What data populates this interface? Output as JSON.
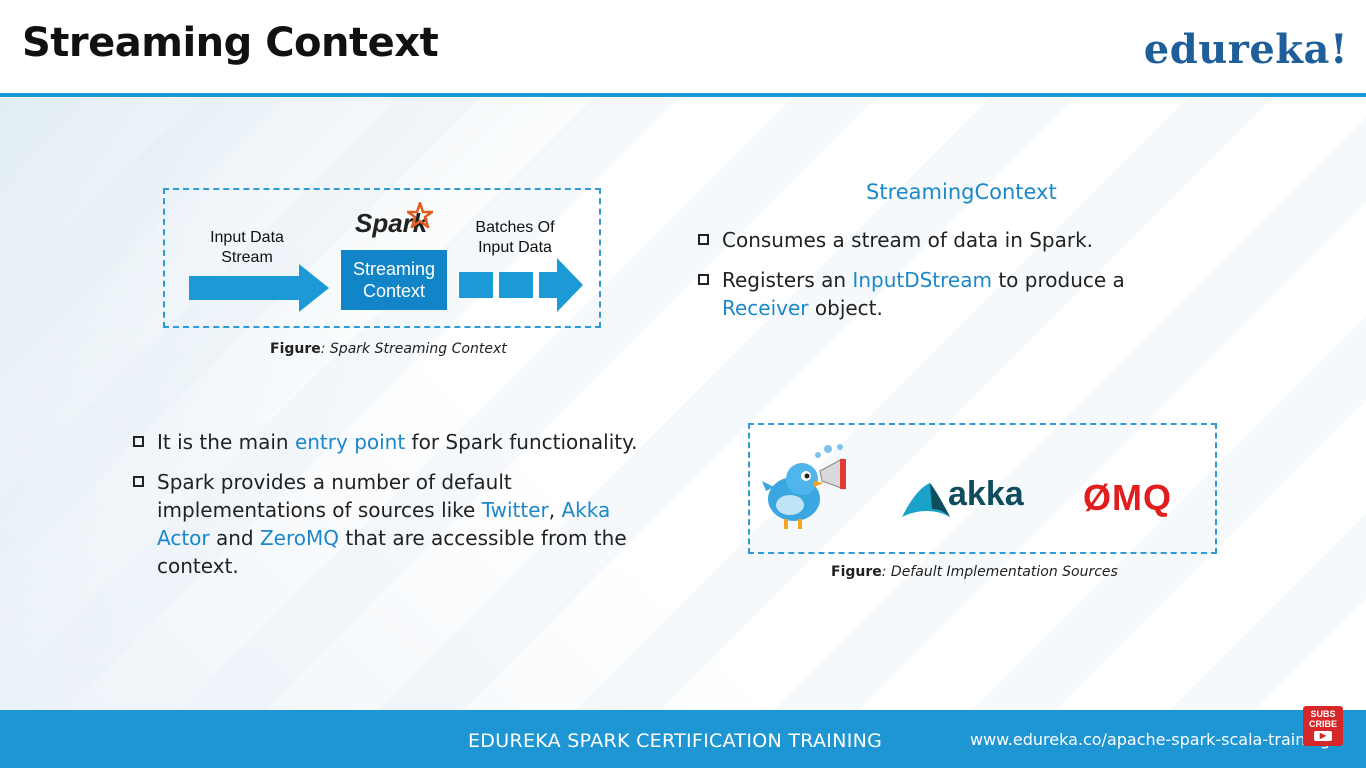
{
  "slide": {
    "title": "Streaming Context",
    "logo": "edureka!"
  },
  "figure1": {
    "input_label_line1": "Input Data",
    "input_label_line2": "Stream",
    "spark_logo": "Spark",
    "box_line1": "Streaming",
    "box_line2": "Context",
    "batches_line1": "Batches Of",
    "batches_line2": "Input Data",
    "caption_bold": "Figure",
    "caption_text": ": Spark Streaming Context"
  },
  "right_block": {
    "heading": "StreamingContext",
    "bullet1": "Consumes a stream of data in Spark.",
    "bullet2_part1": "Registers an ",
    "bullet2_hl1": "InputDStream",
    "bullet2_part2": " to produce a",
    "bullet2_hl2": "Receiver",
    "bullet2_part3": " object."
  },
  "left_block": {
    "bullet1_part1": "It is the main ",
    "bullet1_hl": "entry point",
    "bullet1_part2": " for Spark functionality.",
    "bullet2_part1": "Spark provides a number of default implementations of sources like ",
    "bullet2_hl1": "Twitter",
    "bullet2_sep": ", ",
    "bullet2_hl2": "Akka Actor",
    "bullet2_part2": " and ",
    "bullet2_hl3": "ZeroMQ",
    "bullet2_part3": " that are accessible from the context."
  },
  "figure2": {
    "akka_logo": "akka",
    "zmq_logo": "ØMQ",
    "caption_bold": "Figure",
    "caption_text": ": Default Implementation Sources"
  },
  "footer": {
    "title": "EDUREKA SPARK CERTIFICATION TRAINING",
    "url": "www.edureka.co/apache-spark-scala-training"
  },
  "subscribe": {
    "line1": "SUBS",
    "line2": "CRIBE"
  },
  "colors": {
    "accent_blue": "#1b9ad6",
    "highlight_text": "#1b88c9",
    "logo_blue": "#1e5f99",
    "zmq_red": "#e11d1d"
  }
}
